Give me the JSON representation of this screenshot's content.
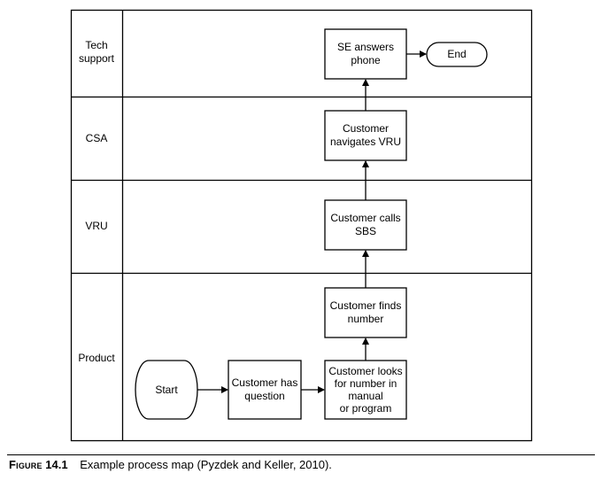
{
  "lanes": [
    {
      "id": "tech",
      "label": "Tech\nsupport"
    },
    {
      "id": "csa",
      "label": "CSA"
    },
    {
      "id": "vru",
      "label": "VRU"
    },
    {
      "id": "product",
      "label": "Product"
    }
  ],
  "nodes": {
    "start": {
      "label": "Start",
      "shape": "terminal"
    },
    "has_question": {
      "label": "Customer has\nquestion",
      "shape": "process"
    },
    "looks_for_number": {
      "label": "Customer looks\nfor number in\nmanual\nor program",
      "shape": "process"
    },
    "finds_number": {
      "label": "Customer finds\nnumber",
      "shape": "process"
    },
    "calls_sbs": {
      "label": "Customer calls\nSBS",
      "shape": "process"
    },
    "navigates_vru": {
      "label": "Customer\nnavigates VRU",
      "shape": "process"
    },
    "se_answers": {
      "label": "SE answers\nphone",
      "shape": "process"
    },
    "end": {
      "label": "End",
      "shape": "terminal"
    }
  },
  "edges": [
    [
      "start",
      "has_question"
    ],
    [
      "has_question",
      "looks_for_number"
    ],
    [
      "looks_for_number",
      "finds_number"
    ],
    [
      "finds_number",
      "calls_sbs"
    ],
    [
      "calls_sbs",
      "navigates_vru"
    ],
    [
      "navigates_vru",
      "se_answers"
    ],
    [
      "se_answers",
      "end"
    ]
  ],
  "caption": {
    "label": "Figure",
    "number": "14.1",
    "text": "Example process map (Pyzdek and Keller, 2010)."
  }
}
